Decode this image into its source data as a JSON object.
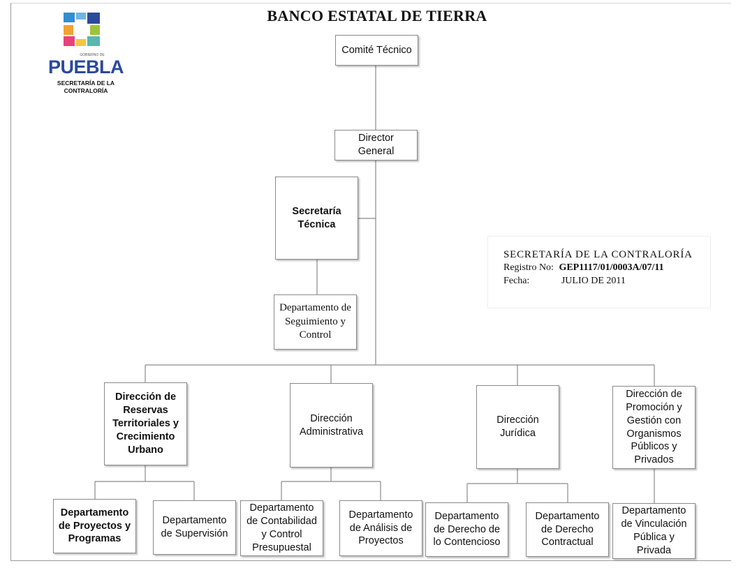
{
  "title": "BANCO ESTATAL DE TIERRA",
  "logo": {
    "small_text": "GOBIERNO DE",
    "name": "PUEBLA",
    "line1": "SECRETARÍA DE LA",
    "line2": "CONTRALORÍA",
    "colors": [
      "#2f8fd0",
      "#f0a235",
      "#9cc43a",
      "#e5437a",
      "#2b4a9c"
    ]
  },
  "org": {
    "comite": "Comité Técnico",
    "director_1": "Director",
    "director_2": "General",
    "secretaria_1": "Secretaría",
    "secretaria_2": "Técnica",
    "seguimiento_1": "Departamento de",
    "seguimiento_2": "Seguimiento y",
    "seguimiento_3": "Control",
    "dir_reservas": [
      "Dirección de",
      "Reservas",
      "Territoriales y",
      "Crecimiento",
      "Urbano"
    ],
    "dir_admin": [
      "Dirección",
      "Administrativa"
    ],
    "dir_juridica": [
      "Dirección",
      "Jurídica"
    ],
    "dir_promocion": [
      "Dirección de",
      "Promoción y",
      "Gestión con",
      "Organismos",
      "Públicos y",
      "Privados"
    ],
    "dep_proyectos": [
      "Departamento",
      "de Proyectos y",
      "Programas"
    ],
    "dep_supervision": [
      "Departamento",
      "de Supervisión"
    ],
    "dep_contabilidad": [
      "Departamento",
      "de Contabilidad",
      "y Control",
      "Presupuestal"
    ],
    "dep_analisis": [
      "Departamento",
      "de Análisis de",
      "Proyectos"
    ],
    "dep_contencioso": [
      "Departamento",
      "de Derecho de",
      "lo Contencioso"
    ],
    "dep_contractual": [
      "Departamento",
      "de Derecho",
      "Contractual"
    ],
    "dep_vinculacion": [
      "Departamento",
      "de Vinculación",
      "Pública y",
      "Privada"
    ]
  },
  "stamp": {
    "line1": "SECRETARÍA DE LA CONTRALORÍA",
    "registro_label": "Registro No:",
    "registro_value": "GEP1117/01/0003A/07/11",
    "fecha_label": "Fecha:",
    "fecha_value": "JULIO DE  2011"
  }
}
